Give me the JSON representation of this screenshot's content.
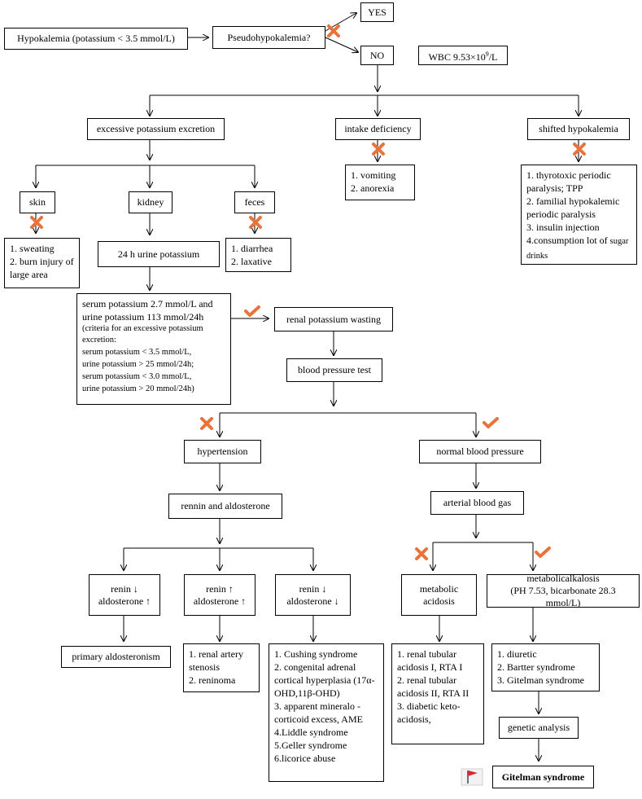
{
  "nodes": {
    "hypokalemia": "Hypokalemia (potassium < 3.5 mmol/L)",
    "pseudo": "Pseudohypokalemia?",
    "yes": "YES",
    "no": "NO",
    "wbc_prefix": "WBC 9.53×10",
    "wbc_sup": "9",
    "wbc_suffix": "/L",
    "excretion": "excessive potassium excretion",
    "intake": "intake deficiency",
    "shifted": "shifted hypokalemia",
    "skin": "skin",
    "kidney": "kidney",
    "feces": "feces",
    "intake_list": [
      "1. vomiting",
      "2. anorexia"
    ],
    "shifted_list": [
      "1. thyrotoxic periodic paralysis; TPP",
      "2. familial hypokalemic periodic paralysis",
      "3. insulin injection"
    ],
    "shifted_list_last_a": "4.consumption lot of ",
    "shifted_list_last_b": "sugar drinks",
    "skin_list": [
      "1. sweating",
      "2. burn injury of large area"
    ],
    "urine24": "24 h urine potassium",
    "feces_list": [
      "1. diarrhea",
      "2. laxative"
    ],
    "serum_main": [
      "serum potassium 2.7 mmol/L and",
      "urine potassium 113 mmol/24h"
    ],
    "serum_criteria": "(criteria for an excessive potassium excretion:",
    "serum_rest": [
      "serum potassium < 3.5 mmol/L,",
      "urine potassium > 25 mmol/24h;",
      "serum potassium < 3.0 mmol/L,",
      "urine potassium > 20 mmol/24h)"
    ],
    "renal_wasting": "renal potassium wasting",
    "bp_test": "blood pressure test",
    "hypertension": "hypertension",
    "normal_bp": "normal blood pressure",
    "rennin": "rennin and aldosterone",
    "abg": "arterial blood gas",
    "renin1": [
      "renin ↓",
      "aldosterone ↑"
    ],
    "renin2": [
      "renin ↑",
      "aldosterone ↑"
    ],
    "renin3": [
      "renin ↓",
      "aldosterone ↓"
    ],
    "met_acid": [
      "metabolic",
      "acidosis"
    ],
    "met_alk": [
      "metabolicalkalosis",
      "(PH 7.53, bicarbonate 28.3 mmol/L)"
    ],
    "primary_aldo": "primary aldosteronism",
    "renal_artery": [
      "1. renal artery stenosis",
      "2. reninoma"
    ],
    "cushing": [
      "1. Cushing syndrome",
      "2. congenital adrenal cortical hyperplasia (17α-OHD,11β-OHD)",
      "3. apparent mineralo -corticoid excess, AME",
      "4.Liddle syndrome",
      "5.Geller syndrome",
      "6.licorice abuse"
    ],
    "rta": [
      "1. renal tubular acidosis I, RTA I",
      "2. renal tubular acidosis II, RTA II",
      "3. diabetic keto-acidosis,"
    ],
    "diuretic": [
      "1. diuretic",
      "2. Bartter syndrome",
      "3. Gitelman syndrome"
    ],
    "genetic": "genetic analysis",
    "gitelman": "Gitelman syndrome"
  },
  "colors": {
    "cross": "#e8743b",
    "check": "#e8743b",
    "flag": "#d9262c",
    "line": "#000000"
  },
  "icons": [
    "cross-icon",
    "check-icon",
    "flag-icon"
  ]
}
